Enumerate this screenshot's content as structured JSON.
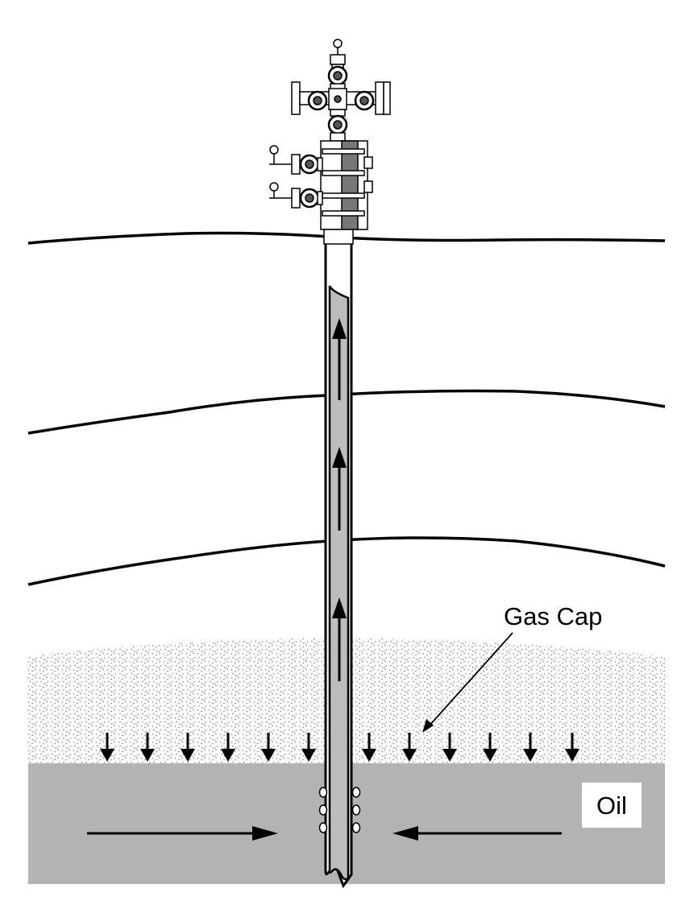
{
  "labels": {
    "gas_cap": "Gas Cap",
    "oil": "Oil"
  },
  "colors": {
    "background": "#ffffff",
    "line": "#000000",
    "oil": "#b3b3b3",
    "tubing": "#bdbdbd",
    "gas_speckle": "#7a7a7a",
    "label_box": "#ffffff"
  },
  "flow": {
    "tubing_up_arrows": 3,
    "gas_cap_down_arrows": 12,
    "oil_inflow_arrows": 2,
    "perforations_per_side": 3
  }
}
